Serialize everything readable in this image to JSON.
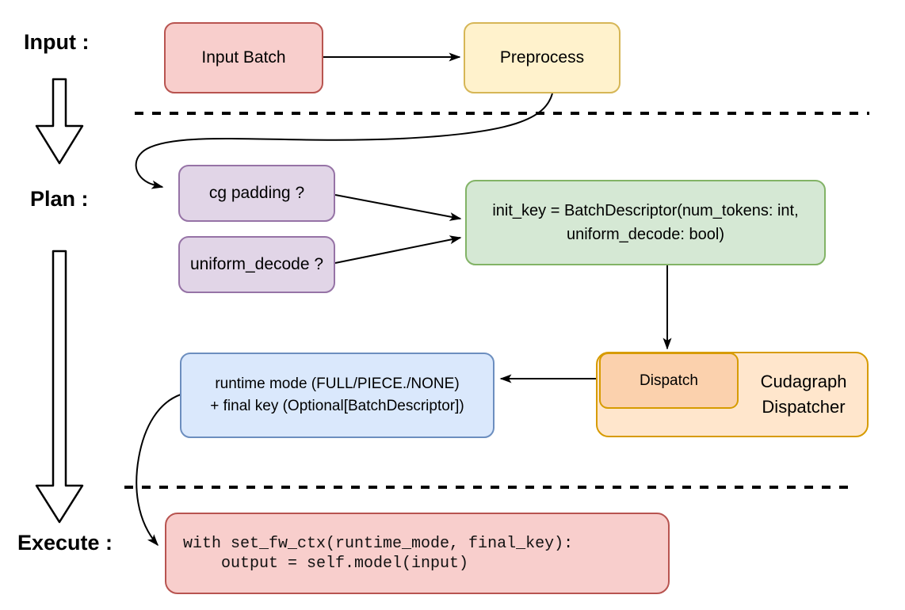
{
  "stages": {
    "input": "Input :",
    "plan": "Plan :",
    "execute": "Execute :"
  },
  "nodes": {
    "input_batch": {
      "label": "Input Batch"
    },
    "preprocess": {
      "label": "Preprocess"
    },
    "cg_padding": {
      "label": "cg padding ?"
    },
    "uniform_decode": {
      "label": "uniform_decode ?"
    },
    "init_key": {
      "line1": "init_key = BatchDescriptor(num_tokens: int,",
      "line2": "uniform_decode: bool)"
    },
    "dispatch": {
      "label": "Dispatch"
    },
    "cudagraph_dispatcher": {
      "line1": "Cudagraph",
      "line2": "Dispatcher"
    },
    "runtime_result": {
      "line1": "runtime mode (FULL/PIECE./NONE)",
      "line2": "+ final key (Optional[BatchDescriptor])"
    },
    "execute_code": {
      "line1": "with set_fw_ctx(runtime_mode, final_key):",
      "line2": "    output = self.model(input)"
    }
  },
  "colors": {
    "red_fill": "#f8cecc",
    "red_stroke": "#b85450",
    "yellow_fill": "#fff2cc",
    "yellow_stroke": "#d6b656",
    "purple_fill": "#e1d5e7",
    "purple_stroke": "#9673a6",
    "green_fill": "#d5e8d4",
    "green_stroke": "#82b366",
    "blue_fill": "#dae8fc",
    "blue_stroke": "#6c8ebf",
    "orange_fill": "#ffe6cc",
    "orange_stroke": "#d79b00",
    "dispatch_fill": "#fbd1ad",
    "line": "#000000"
  }
}
